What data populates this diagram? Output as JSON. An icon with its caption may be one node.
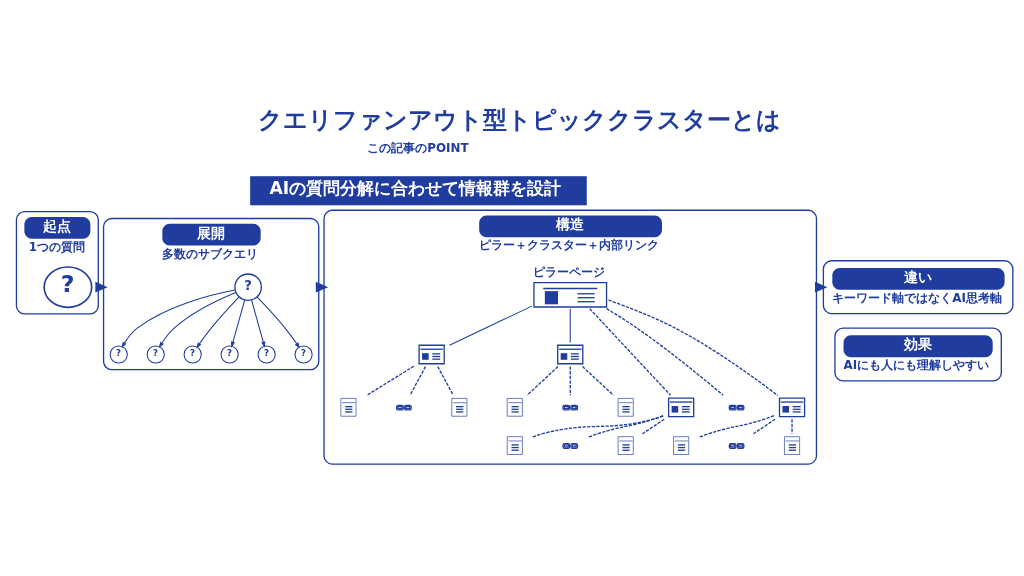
{
  "diagram": {
    "title": "クエリファンアウト型トピッククラスターとは",
    "nodes": [
      {
        "text": [
          "AIの質問分解に合わせて情報群を設計"
        ]
      },
      {
        "text": [
          "起点",
          "1つの質問"
        ]
      },
      {
        "text": [
          "?"
        ],
        "in": 1
      },
      {
        "text": [
          "展開",
          "多数のサブクエリ"
        ]
      },
      {
        "text": [
          "?"
        ],
        "in": 3
      },
      {
        "text": [
          "?"
        ],
        "in": 3
      },
      {
        "text": [
          "?"
        ],
        "in": 3
      },
      {
        "text": [
          "?"
        ],
        "in": 3
      },
      {
        "text": [
          "?"
        ],
        "in": 3
      },
      {
        "text": [
          "?"
        ],
        "in": 3
      },
      {
        "text": [
          "?"
        ],
        "in": 3
      },
      {
        "text": [
          "構造",
          "ピラー＋クラスター＋内部リンク"
        ]
      },
      {
        "text": [
          "ピラーページ"
        ],
        "in": 11
      },
      {
        "text": [],
        "shape": "picture",
        "in": 11
      },
      {
        "text": [],
        "shape": "picture",
        "in": 11
      },
      {
        "text": [],
        "shape": "picture",
        "in": 11
      },
      {
        "text": [],
        "shape": "picture",
        "in": 11
      },
      {
        "text": [],
        "shape": "picture",
        "in": 11
      },
      {
        "text": [],
        "shape": "picture",
        "in": 11
      },
      {
        "text": [],
        "shape": "picture",
        "in": 11
      },
      {
        "text": [],
        "shape": "picture",
        "in": 11
      },
      {
        "text": [],
        "shape": "picture",
        "in": 11
      },
      {
        "text": [],
        "shape": "picture",
        "in": 11
      },
      {
        "text": [],
        "shape": "picture",
        "in": 11
      },
      {
        "text": [],
        "shape": "picture",
        "in": 11
      },
      {
        "text": [],
        "shape": "picture",
        "in": 11
      },
      {
        "text": [],
        "shape": "picture",
        "in": 11
      },
      {
        "text": [],
        "shape": "picture",
        "in": 11
      },
      {
        "text": [],
        "shape": "picture",
        "in": 11
      },
      {
        "text": [],
        "shape": "picture",
        "in": 11
      },
      {
        "text": [
          "違い",
          "キーワード軸ではなくAI思考軸"
        ]
      },
      {
        "text": [
          "効果",
          "AIにも人にも理解しやすい"
        ]
      }
    ],
    "edges": [
      {
        "from": 1,
        "to": 3,
        "arrow": "to",
        "style": "thick"
      },
      {
        "from": 3,
        "to": 11,
        "arrow": "to",
        "style": "thick"
      },
      {
        "from": 11,
        "to": 30,
        "arrow": "to",
        "style": "thick"
      },
      {
        "from": 7,
        "to": 4,
        "arrow": "to"
      },
      {
        "from": 7,
        "to": 5,
        "arrow": "to"
      },
      {
        "from": 7,
        "to": 6,
        "arrow": "to"
      },
      {
        "from": 7,
        "to": 8,
        "arrow": "to"
      },
      {
        "from": 7,
        "to": 9,
        "arrow": "to"
      },
      {
        "from": 7,
        "to": 10,
        "arrow": "to"
      },
      {
        "from": 12,
        "to": 13,
        "arrow": "none"
      },
      {
        "from": 12,
        "to": 14,
        "arrow": "none"
      },
      {
        "from": 12,
        "to": 21,
        "arrow": "none",
        "style": "dashed"
      },
      {
        "from": 12,
        "to": 22,
        "arrow": "none",
        "style": "dashed"
      },
      {
        "from": 12,
        "to": 23,
        "arrow": "none",
        "style": "dashed"
      },
      {
        "from": 13,
        "to": 15,
        "arrow": "none",
        "style": "dashed"
      },
      {
        "from": 13,
        "to": 16,
        "arrow": "none",
        "style": "dashed"
      },
      {
        "from": 13,
        "to": 17,
        "arrow": "none",
        "style": "dashed"
      },
      {
        "from": 14,
        "to": 18,
        "arrow": "none",
        "style": "dashed"
      },
      {
        "from": 14,
        "to": 19,
        "arrow": "none",
        "style": "dashed"
      },
      {
        "from": 14,
        "to": 20,
        "arrow": "none",
        "style": "dashed"
      },
      {
        "from": 21,
        "to": 24,
        "arrow": "none",
        "style": "dashed"
      },
      {
        "from": 21,
        "to": 25,
        "arrow": "none",
        "style": "dashed"
      },
      {
        "from": 21,
        "to": 26,
        "arrow": "none",
        "style": "dashed"
      },
      {
        "from": 23,
        "to": 27,
        "arrow": "none",
        "style": "dashed"
      },
      {
        "from": 23,
        "to": 28,
        "arrow": "none",
        "style": "dashed"
      },
      {
        "from": 23,
        "to": 29,
        "arrow": "none",
        "style": "dashed"
      }
    ],
    "labels": [
      "この記事のPOINT"
    ]
  }
}
